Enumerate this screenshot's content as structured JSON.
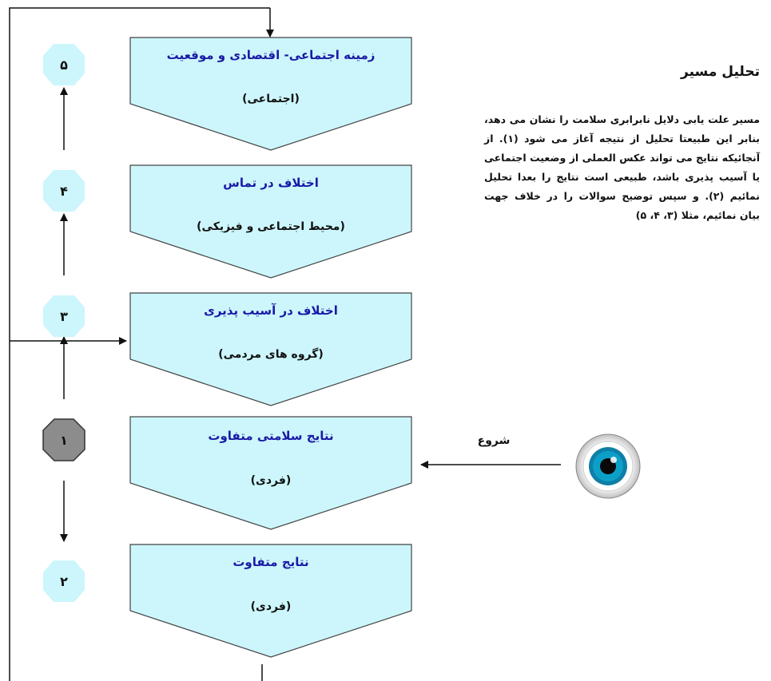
{
  "title": "تحلیل مسیر",
  "description": "مسیر علت یابی دلایل نابرابری سلامت را نشان می دهد، بنابر این طبیعتا تحلیل از نتیجه آغاز می شود (۱). از آنجائیکه نتایج می تواند عکس العملی از وضعیت اجتماعی یا آسیب پذیری باشد، طبیعی است نتایج را بعدا تحلیل نمائیم (۲). و سپس توضیح سوالات را در خلاف جهت بیان نمائیم، مثلا (۳، ۴، ۵)",
  "start_label": "شروع",
  "colors": {
    "box_fill": "#ccf6fb",
    "box_stroke": "#444444",
    "badge_fill": "#ccf6fb",
    "start_badge_fill": "#8c8c8c",
    "title_text": "#1a1aa6"
  },
  "steps": [
    {
      "number": "۵",
      "title": "زمینه اجتماعی- اقتصادی و  موقعیت",
      "subtitle": "(اجتماعی)"
    },
    {
      "number": "۴",
      "title": "اختلاف در تماس",
      "subtitle": "(محیط اجتماعی و فیزیکی)"
    },
    {
      "number": "۳",
      "title": "اختلاف در آسیب پذیری",
      "subtitle": "(گروه های مردمی)"
    },
    {
      "number": "۱",
      "title": "نتایج سلامتی متفاوت",
      "subtitle": "(فردی)",
      "is_start": true
    },
    {
      "number": "۲",
      "title": "نتایج متفاوت",
      "subtitle": "(فردی)"
    }
  ]
}
